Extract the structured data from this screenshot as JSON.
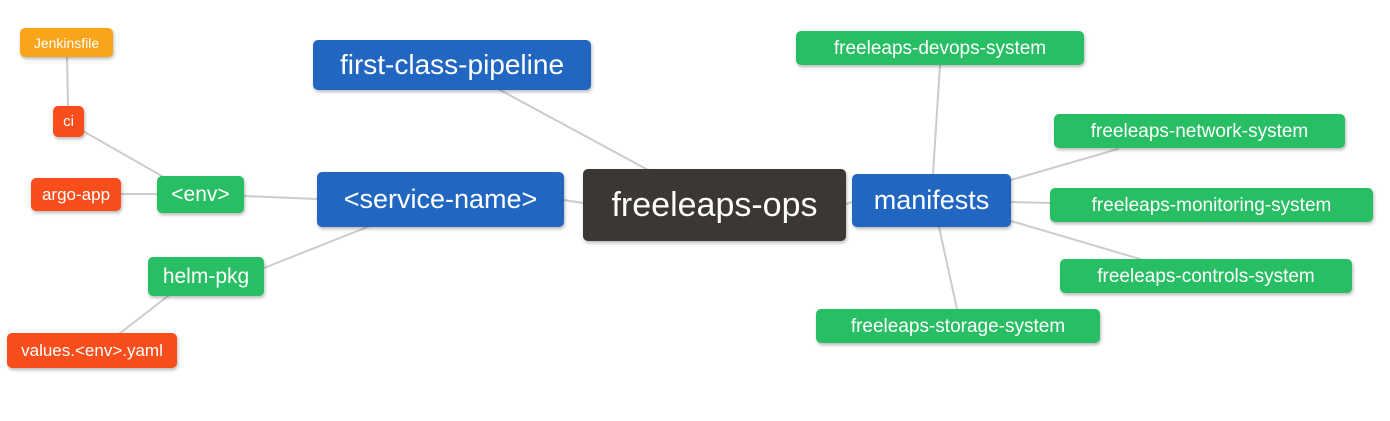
{
  "palette": {
    "root_node": "#3b3734",
    "primary_branch": "#2167c1",
    "secondary_branch": "#28be64",
    "leaf_red": "#f94d1c",
    "leaf_orange": "#f9a41a",
    "edge_line": "#cccccc",
    "node_text": "#ffffff",
    "background": "#ffffff"
  },
  "mindmap": {
    "root_label": "freeleaps-ops",
    "nodes": [
      {
        "id": "jenkinsfile",
        "label": "Jenkinsfile",
        "role": "leaf-orange"
      },
      {
        "id": "ci",
        "label": "ci",
        "role": "leaf-red"
      },
      {
        "id": "argo-app",
        "label": "argo-app",
        "role": "leaf-red"
      },
      {
        "id": "env",
        "label": "<env>",
        "role": "branch-green"
      },
      {
        "id": "helm-pkg",
        "label": "helm-pkg",
        "role": "branch-green"
      },
      {
        "id": "values-env-yaml",
        "label": "values.<env>.yaml",
        "role": "leaf-red"
      },
      {
        "id": "first-class-pipeline",
        "label": "first-class-pipeline",
        "role": "branch-blue"
      },
      {
        "id": "service-name",
        "label": "<service-name>",
        "role": "branch-blue"
      },
      {
        "id": "freeleaps-ops",
        "label": "freeleaps-ops",
        "role": "root-dark"
      },
      {
        "id": "manifests",
        "label": "manifests",
        "role": "branch-blue"
      },
      {
        "id": "freeleaps-devops-system",
        "label": "freeleaps-devops-system",
        "role": "branch-green"
      },
      {
        "id": "freeleaps-network-system",
        "label": "freeleaps-network-system",
        "role": "branch-green"
      },
      {
        "id": "freeleaps-monitoring-system",
        "label": "freeleaps-monitoring-system",
        "role": "branch-green"
      },
      {
        "id": "freeleaps-controls-system",
        "label": "freeleaps-controls-system",
        "role": "branch-green"
      },
      {
        "id": "freeleaps-storage-system",
        "label": "freeleaps-storage-system",
        "role": "branch-green"
      }
    ],
    "edges": [
      {
        "from": "freeleaps-ops",
        "to": "first-class-pipeline"
      },
      {
        "from": "freeleaps-ops",
        "to": "<service-name>"
      },
      {
        "from": "freeleaps-ops",
        "to": "manifests"
      },
      {
        "from": "<service-name>",
        "to": "<env>"
      },
      {
        "from": "<service-name>",
        "to": "helm-pkg"
      },
      {
        "from": "<env>",
        "to": "ci"
      },
      {
        "from": "<env>",
        "to": "argo-app"
      },
      {
        "from": "ci",
        "to": "Jenkinsfile"
      },
      {
        "from": "helm-pkg",
        "to": "values.<env>.yaml"
      },
      {
        "from": "manifests",
        "to": "freeleaps-devops-system"
      },
      {
        "from": "manifests",
        "to": "freeleaps-network-system"
      },
      {
        "from": "manifests",
        "to": "freeleaps-monitoring-system"
      },
      {
        "from": "manifests",
        "to": "freeleaps-controls-system"
      },
      {
        "from": "manifests",
        "to": "freeleaps-storage-system"
      }
    ]
  }
}
